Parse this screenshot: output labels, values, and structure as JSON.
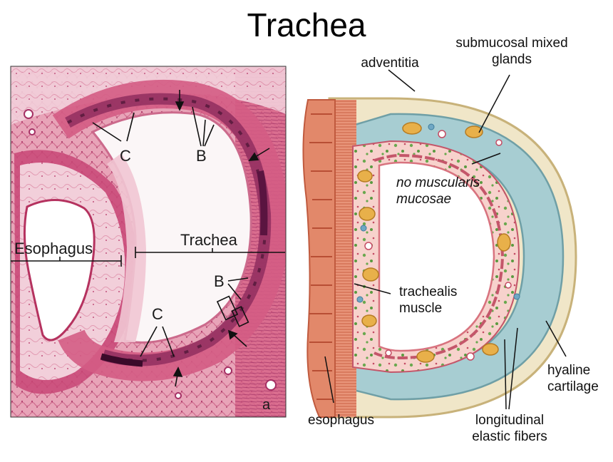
{
  "title": "Trachea",
  "micrograph": {
    "panel_letter": "a",
    "esophagus_label": "Esophagus",
    "trachea_label": "Trachea",
    "c_top": "C",
    "b_top": "B",
    "b_right": "B",
    "c_bottom": "C"
  },
  "diagram": {
    "adventitia": "adventitia",
    "submucosal_glands": "submucosal mixed\nglands",
    "no_muscularis": "no muscularis\nmucosae",
    "trachealis": "trachealis\nmuscle",
    "hyaline": "hyaline\ncartilage",
    "esophagus": "esophagus",
    "elastic_fibers": "longitudinal\nelastic fibers"
  },
  "colors": {
    "stain_pink": "#d9577d",
    "stain_dark": "#7a1d4e",
    "cartilage_blue": "#a7cdd2",
    "gland_orange": "#e8b04a",
    "muscle_orange": "#e2886a",
    "mucosa_pink": "#f6c8c4"
  }
}
